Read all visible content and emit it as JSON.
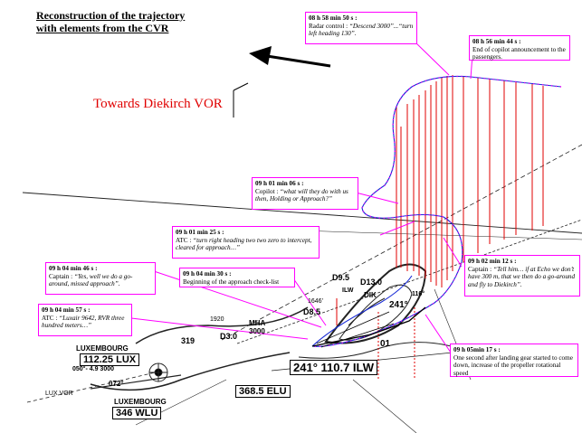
{
  "title": {
    "line1": "Reconstruction of the trajectory",
    "line2": "with elements from the CVR"
  },
  "direction_label": "Towards Diekirch VOR",
  "annotations": [
    {
      "time": "08 h 58 min 50 s :",
      "speaker": "Radar control :",
      "quote": "“Descend 3000”...“turn left heading 130”."
    },
    {
      "time": "08 h 56 min 44 s :",
      "text": "End of copilot announcement to the passengers."
    },
    {
      "time": "09 h 01 min 06 s :",
      "speaker": "Copilot :",
      "quote": "“what will they do with us then, Holding or Approach?”"
    },
    {
      "time": "09 h 01 min 25 s :",
      "speaker": "ATC :",
      "quote": "“turn right heading two two zero to intercept, cleared for approach…”"
    },
    {
      "time": "09 h 02 min 12 s :",
      "speaker": "Captain :",
      "quote": "“Tell him… if at Echo we don’t have 300 m, that we then do a go-around and fly to Diekirch”."
    },
    {
      "time": "09 h 04 min 46 s :",
      "speaker": "Captain :",
      "quote": "“Yes, well we do a go-around, missed approach”."
    },
    {
      "time": "09 h 04 min 30 s :",
      "text": "Beginning of the approach check-list"
    },
    {
      "time": "09 h 04 min 57 s :",
      "speaker": "ATC :",
      "quote": "“Luxair 9642, RVR three hundred meters…”"
    },
    {
      "time": "09 h 05min 17 s :",
      "text": "One second after landing gear started to come down, increase of the propeller rotational speed"
    }
  ],
  "chart_labels": {
    "lux_name": "LUXEMBOURG",
    "lux_freq": "112.25 LUX",
    "lux_dist": "050°- 4.9  3000",
    "lux_to": "LUX VOR",
    "elu_freq": "368.5 ELU",
    "wlu_name": "LUXEMBOURG",
    "wlu_freq": "346 WLU",
    "ilw_freq": "241°   110.7 ILW",
    "mha": "MHA",
    "mha_alt": "3000",
    "d9": "D9.5",
    "d13": "D13.0",
    "d85": "D8.5",
    "d30": "D3.0",
    "b241": "241°",
    "b072": "072°",
    "b319": "319",
    "b1920": "1920",
    "b1646": "1646'",
    "dik": "DIK",
    "ilw": "ILW",
    "b116": "116°",
    "b01": "01"
  }
}
